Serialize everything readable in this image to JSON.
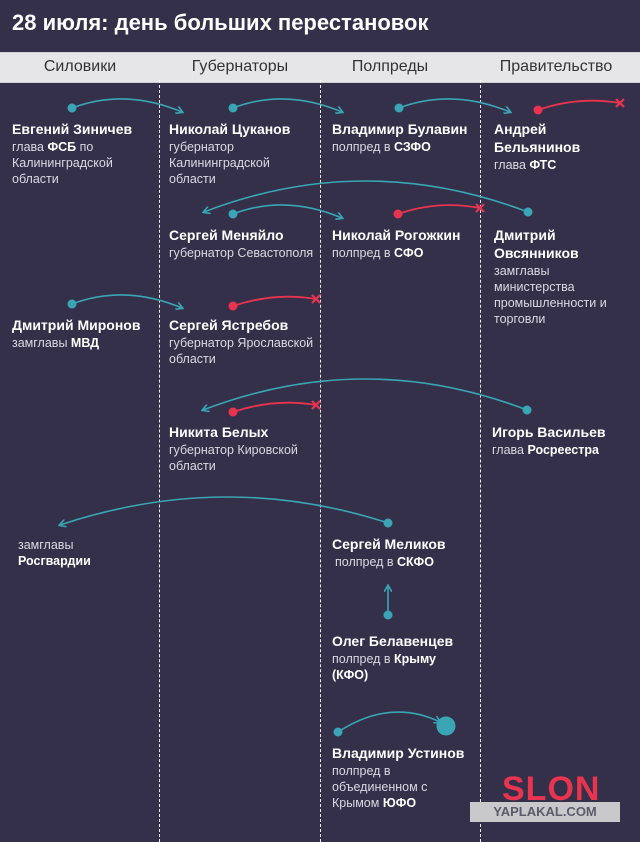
{
  "title": "28 июля: день больших перестановок",
  "columns": [
    "Силовики",
    "Губернаторы",
    "Полпреды",
    "Правительство"
  ],
  "colors": {
    "background": "#34304a",
    "teal": "#3aa5b5",
    "red": "#e8344f"
  },
  "people": [
    {
      "name": "Евгений Зиничев",
      "desc_pre": "глава ",
      "desc_bold": "ФСБ",
      "desc_post": " по Калининградской области"
    },
    {
      "name": "Николай Цуканов",
      "desc_pre": "губернатор Калининградской области",
      "desc_bold": "",
      "desc_post": ""
    },
    {
      "name": "Владимир Булавин",
      "desc_pre": "полпред в ",
      "desc_bold": "СЗФО",
      "desc_post": ""
    },
    {
      "name": "Андрей Бельянинов",
      "desc_pre": "глава ",
      "desc_bold": "ФТС",
      "desc_post": ""
    },
    {
      "name": "Сергей Меняйло",
      "desc_pre": "губернатор Севастополя",
      "desc_bold": "",
      "desc_post": ""
    },
    {
      "name": "Николай Рогожкин",
      "desc_pre": "полпред в ",
      "desc_bold": "СФО",
      "desc_post": ""
    },
    {
      "name": "Дмитрий Овсянников",
      "desc_pre": "замглавы министерства промышленности и торговли",
      "desc_bold": "",
      "desc_post": ""
    },
    {
      "name": "Дмитрий Миронов",
      "desc_pre": "замглавы ",
      "desc_bold": "МВД",
      "desc_post": ""
    },
    {
      "name": "Сергей Ястребов",
      "desc_pre": "губернатор Ярославской области",
      "desc_bold": "",
      "desc_post": ""
    },
    {
      "name": "Никита Белых",
      "desc_pre": "губернатор Кировской области",
      "desc_bold": "",
      "desc_post": ""
    },
    {
      "name": "Игорь Васильев",
      "desc_pre": "глава ",
      "desc_bold": "Росреестра",
      "desc_post": ""
    },
    {
      "name": "",
      "desc_pre": "замглавы ",
      "desc_bold": "Росгвардии",
      "desc_post": ""
    },
    {
      "name": "Сергей Меликов",
      "desc_pre": "полпред в ",
      "desc_bold": "СКФО",
      "desc_post": ""
    },
    {
      "name": "Олег Белавенцев",
      "desc_pre": "полпред в ",
      "desc_bold": "Крыму (КФО)",
      "desc_post": ""
    },
    {
      "name": "Владимир Устинов",
      "desc_pre": "полпред в объединенном с Крымом ",
      "desc_bold": "ЮФО",
      "desc_post": ""
    }
  ],
  "logo": "SLON",
  "watermark": "YAPLAKAL.COM"
}
